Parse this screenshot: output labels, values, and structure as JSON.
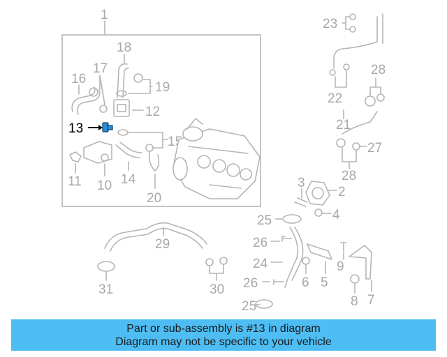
{
  "callouts": {
    "c1": "1",
    "c2": "2",
    "c3": "3",
    "c4": "4",
    "c5": "5",
    "c6": "6",
    "c7": "7",
    "c8": "8",
    "c9": "9",
    "c10": "10",
    "c11": "11",
    "c12": "12",
    "c13": "13",
    "c14": "14",
    "c15": "15",
    "c16": "16",
    "c17": "17",
    "c18": "18",
    "c19": "19",
    "c20": "20",
    "c21": "21",
    "c22": "22",
    "c23": "23",
    "c24": "24",
    "c25a": "25",
    "c25b": "25",
    "c26a": "26",
    "c26b": "26",
    "c27": "27",
    "c28a": "28",
    "c28b": "28",
    "c29": "29",
    "c30": "30",
    "c31": "31"
  },
  "highlight_color": "#2a8fd6",
  "banner": {
    "line1": "Part or sub-assembly is #13 in diagram",
    "line2": "Diagram may not be specific to your vehicle",
    "background": "#4dbdf3"
  }
}
